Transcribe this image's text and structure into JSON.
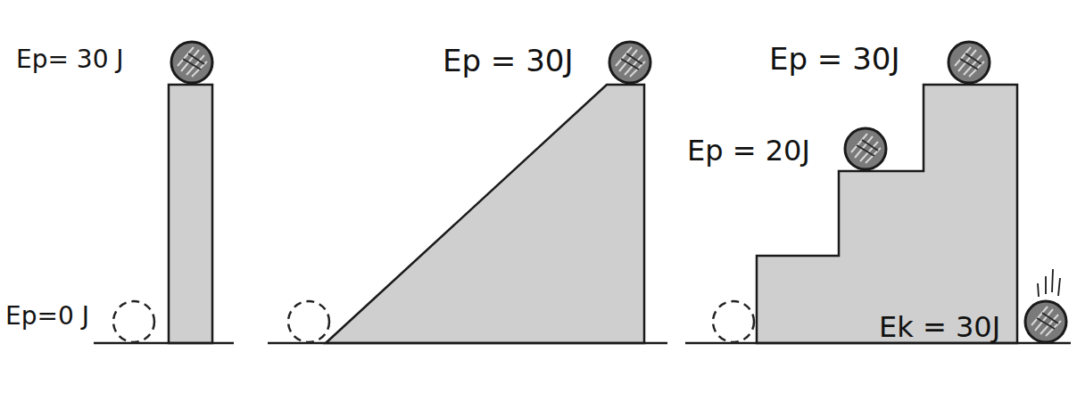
{
  "diagram": {
    "labels": [
      "Ep= 30 J",
      "Ep=0 J",
      "Ep = 30J",
      "Ep = 30J",
      "Ep = 20J",
      "Ek = 30J"
    ]
  }
}
